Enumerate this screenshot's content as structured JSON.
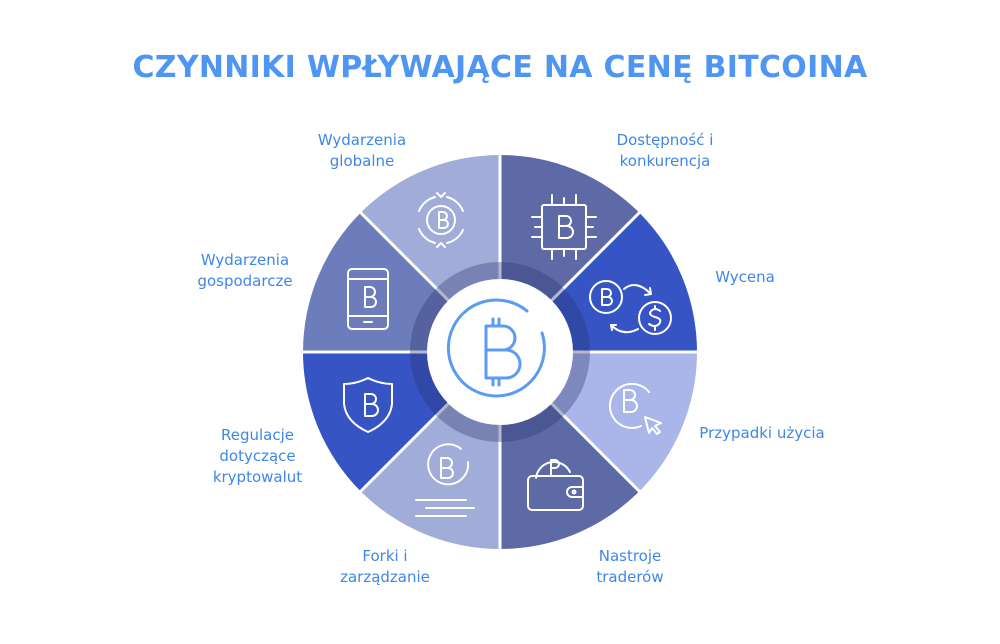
{
  "title": "CZYNNIKI WPŁYWAJĄCE NA CENĘ BITCOINA",
  "colors": {
    "title": "#4f95f2",
    "label": "#3e87e8",
    "center_icon": "#5b9cf0",
    "segment_light": "#a2acd8",
    "segment_mid": "#6d7cba",
    "segment_dark": "#5d6aa6",
    "segment_blue": "#3654c4",
    "segment_pale": "#aab5ea"
  },
  "center": {
    "icon": "bitcoin-circle-icon"
  },
  "segments": [
    {
      "label_line1": "Dostępność i",
      "label_line2": "konkurencja",
      "icon": "bitcoin-chip-icon",
      "color": "#5d6aa6"
    },
    {
      "label_line1": "Wycena",
      "label_line2": "",
      "icon": "bitcoin-dollar-exchange-icon",
      "color": "#3654c4"
    },
    {
      "label_line1": "Przypadki użycia",
      "label_line2": "",
      "icon": "bitcoin-cursor-click-icon",
      "color": "#aab5ea"
    },
    {
      "label_line1": "Nastroje",
      "label_line2": "traderów",
      "icon": "bitcoin-wallet-icon",
      "color": "#5d6aa6"
    },
    {
      "label_line1": "Forki i",
      "label_line2": "zarządzanie",
      "icon": "bitcoin-coin-stack-icon",
      "color": "#a2acd8"
    },
    {
      "label_line1": "Regulacje",
      "label_line2": "dotyczące",
      "label_line3": "kryptowalut",
      "icon": "bitcoin-shield-icon",
      "color": "#3654c4"
    },
    {
      "label_line1": "Wydarzenia",
      "label_line2": "gospodarcze",
      "icon": "bitcoin-tablet-icon",
      "color": "#6d7cba"
    },
    {
      "label_line1": "Wydarzenia",
      "label_line2": "globalne",
      "icon": "bitcoin-globe-arrows-icon",
      "color": "#a2acd8"
    }
  ]
}
